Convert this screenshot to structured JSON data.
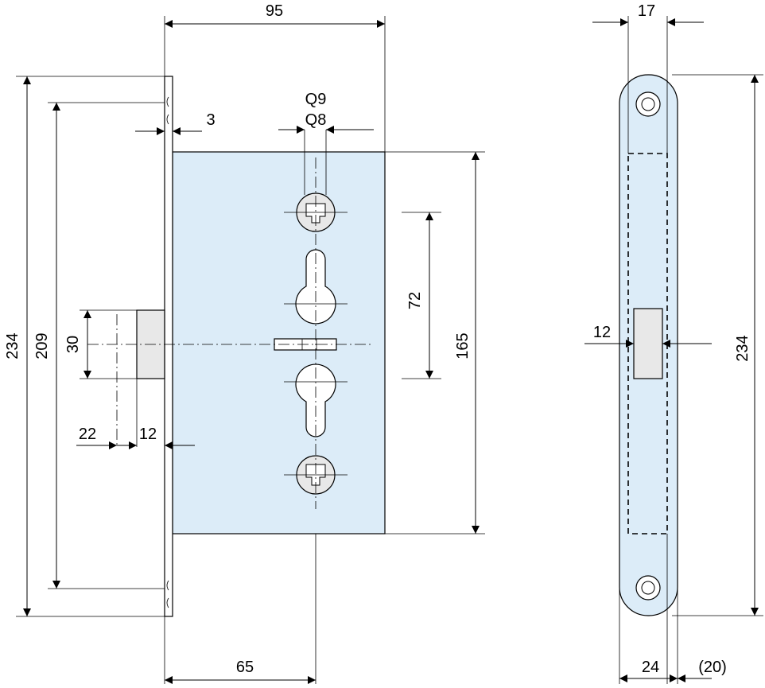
{
  "colors": {
    "body_fill": "#dcecf8",
    "part_fill": "#e8e8e8",
    "stroke": "#000000"
  },
  "labels": {
    "dim_95": "95",
    "dim_17": "17",
    "dim_3": "3",
    "dim_q9": "Q9",
    "dim_q8": "Q8",
    "dim_234_left": "234",
    "dim_209": "209",
    "dim_30": "30",
    "dim_72": "72",
    "dim_165": "165",
    "dim_22": "22",
    "dim_12_left": "12",
    "dim_65": "65",
    "dim_12_side": "12",
    "dim_234_right": "234",
    "dim_24": "24",
    "dim_20": "(20)"
  }
}
